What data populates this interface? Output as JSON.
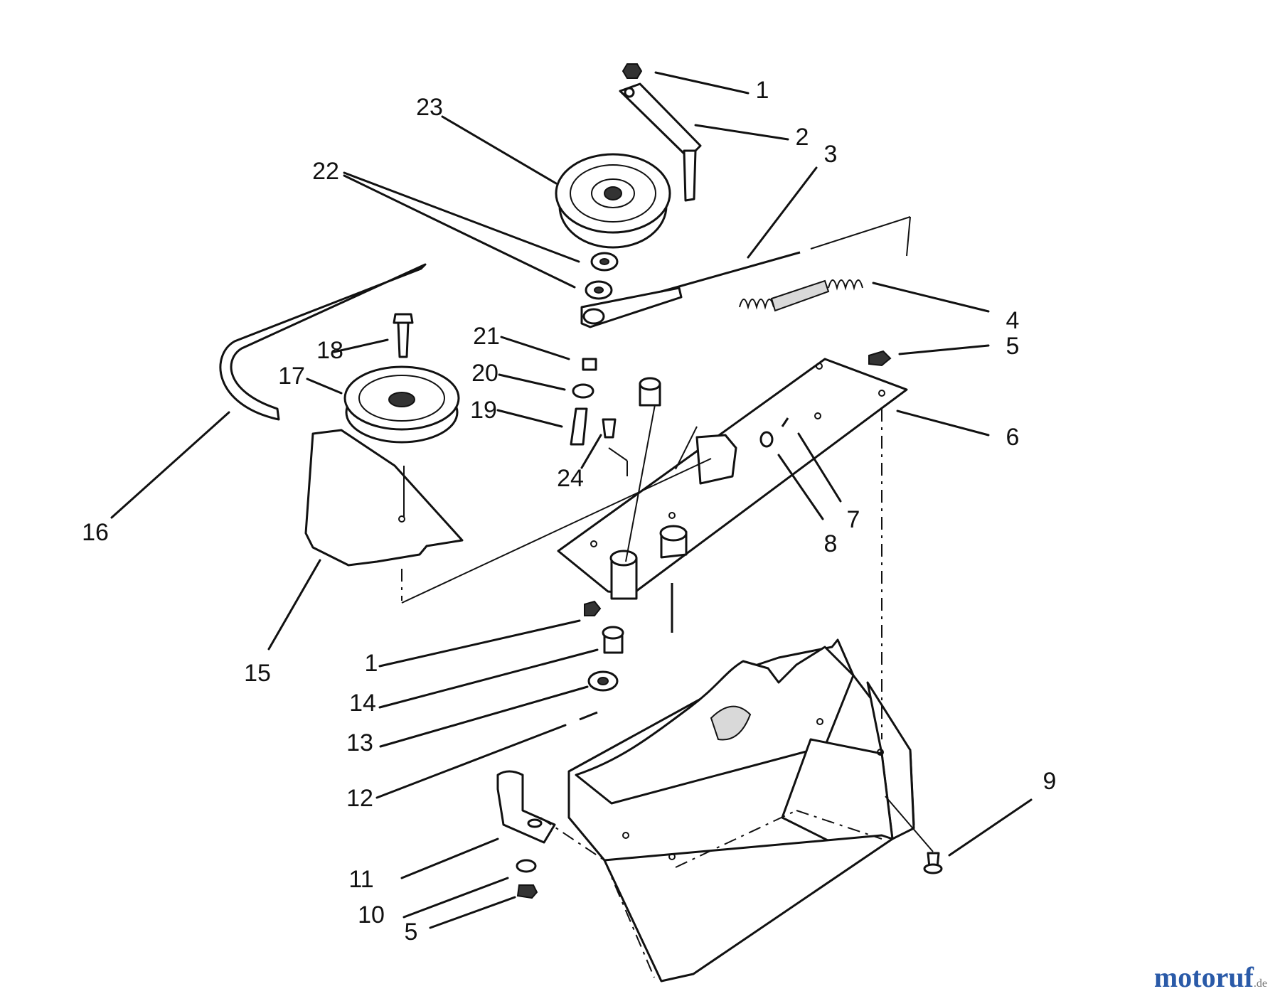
{
  "callouts": [
    {
      "id": "c1a",
      "label": "1"
    },
    {
      "id": "c2",
      "label": "2"
    },
    {
      "id": "c3",
      "label": "3"
    },
    {
      "id": "c4",
      "label": "4"
    },
    {
      "id": "c5a",
      "label": "5"
    },
    {
      "id": "c6",
      "label": "6"
    },
    {
      "id": "c7",
      "label": "7"
    },
    {
      "id": "c8",
      "label": "8"
    },
    {
      "id": "c9",
      "label": "9"
    },
    {
      "id": "c10",
      "label": "10"
    },
    {
      "id": "c5b",
      "label": "5"
    },
    {
      "id": "c11",
      "label": "11"
    },
    {
      "id": "c12",
      "label": "12"
    },
    {
      "id": "c13",
      "label": "13"
    },
    {
      "id": "c14",
      "label": "14"
    },
    {
      "id": "c1b",
      "label": "1"
    },
    {
      "id": "c15",
      "label": "15"
    },
    {
      "id": "c16",
      "label": "16"
    },
    {
      "id": "c17",
      "label": "17"
    },
    {
      "id": "c18",
      "label": "18"
    },
    {
      "id": "c19",
      "label": "19"
    },
    {
      "id": "c20",
      "label": "20"
    },
    {
      "id": "c21",
      "label": "21"
    },
    {
      "id": "c22",
      "label": "22"
    },
    {
      "id": "c23",
      "label": "23"
    },
    {
      "id": "c24",
      "label": "24"
    }
  ],
  "watermark": {
    "brand": "motoruf",
    "suffix": ".de"
  }
}
